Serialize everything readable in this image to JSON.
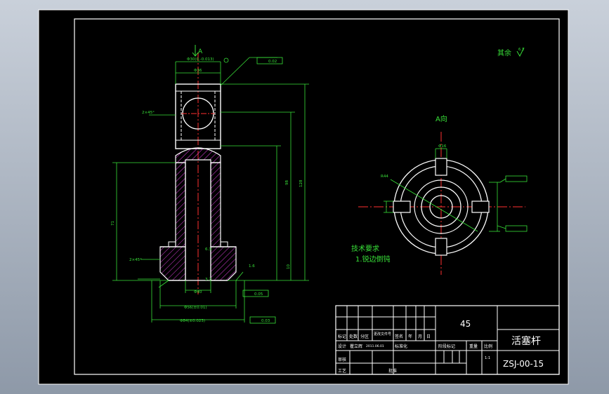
{
  "labels": {
    "view_a_top": "A",
    "view_a_title": "A向",
    "rest_finish": "其余",
    "rest_ra": "6.3",
    "tech_req_title": "技术要求",
    "tech_req_1": "1.锐边倒钝",
    "material": "45",
    "part_name": "活塞杆",
    "drawing_no": "ZSJ-00-15",
    "scale": "1:1"
  },
  "title_block": {
    "headers": [
      "标记",
      "处数",
      "分区",
      "更改文件号",
      "签名",
      "年",
      "月",
      "日"
    ],
    "row_design": [
      "设计",
      "瞿立辉",
      "2011.06.01",
      "标准化"
    ],
    "row_stage": [
      "阶段标记",
      "重量",
      "比例"
    ],
    "row_review": "审核",
    "row_process": "工艺",
    "row_approve": "批准"
  },
  "dims": {
    "top_width": "Φ30(0,-0.013)",
    "head_width": "Φ36",
    "bottom_width": "Φ40",
    "base_width": "Φ56(±0.01)",
    "flange_width": "Φ84(±0.023)",
    "chamfer_top": "2×45°",
    "chamfer_bottom": "2×45°",
    "height_total": "128",
    "height_mid": "98",
    "height_lower": "71",
    "height_small": "10",
    "inner_dia": "Φ16",
    "r_label": "R44",
    "ra_1": "6.3",
    "ra_2": "3.2",
    "ra_3": "1.6",
    "tol_1": "0.02",
    "tol_2": "0.05",
    "tol_3": "0.03"
  }
}
